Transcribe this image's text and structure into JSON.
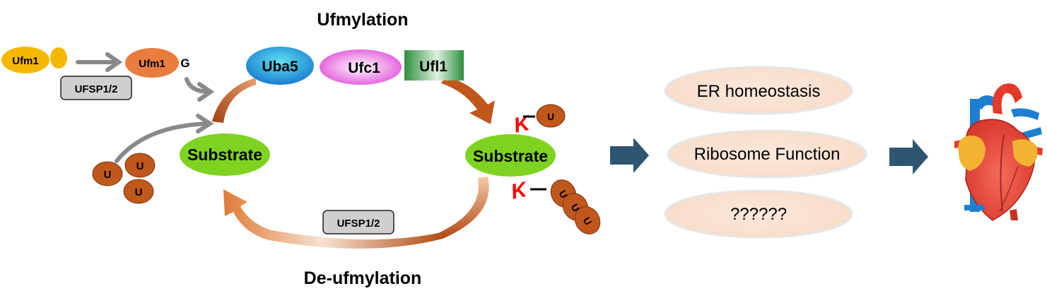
{
  "title": "Ufmylation",
  "bottom_title": "De-ufmylation",
  "precursor": {
    "label": "Ufm1",
    "mature_label": "Ufm1",
    "gly": "G",
    "protease": "UFSP1/2"
  },
  "enzymes": {
    "e1": "Uba5",
    "e2": "Ufc1",
    "e3": "Ufl1"
  },
  "substrate_left": "Substrate",
  "substrate_right": "Substrate",
  "deufmylase": "UFSP1/2",
  "ufm_token": "U",
  "lysine": "K",
  "functions": [
    "ER homeostasis",
    "Ribosome Function",
    "??????"
  ],
  "colors": {
    "ufm1_precursor": "#f5b800",
    "ufm1_mature": "#e87d3e",
    "ufm_token": "#c0571b",
    "uba5": "#1f9fd8",
    "ufc1": "#e055d8",
    "ufl1": "#3a9a4a",
    "substrate": "#7ed321",
    "cycle_arrow": "#c0571b",
    "function_bg": "#fbe3d2",
    "big_arrow": "#2e5673",
    "lysine_mark": "#ff0000",
    "grey_arrow": "#8a8a8a"
  },
  "heart_icon": "heart-icon"
}
